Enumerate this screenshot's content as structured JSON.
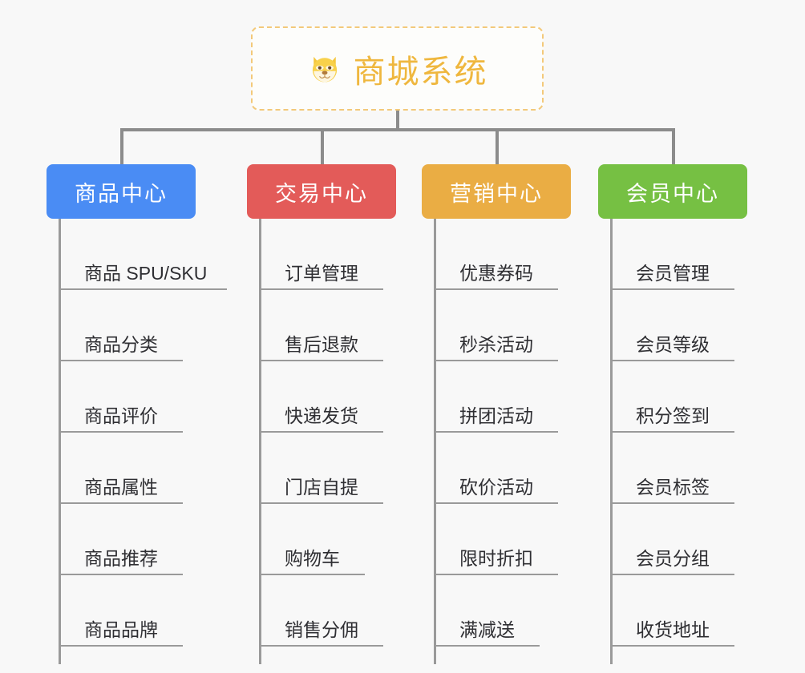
{
  "diagram": {
    "type": "mind-map",
    "background_color": "#f8f8f8",
    "connector_color": "#8c8c8c",
    "root": {
      "title": "商城系统",
      "icon": "dog-face-emoji",
      "icon_glyph": "🐶",
      "text_color": "#efb73e",
      "border_color": "#f3c97a",
      "background_color": "#fdfdfb"
    },
    "categories": [
      {
        "label": "商品中心",
        "color": "#4a8cf4",
        "items": [
          "商品 SPU/SKU",
          "商品分类",
          "商品评价",
          "商品属性",
          "商品推荐",
          "商品品牌"
        ]
      },
      {
        "label": "交易中心",
        "color": "#e35b59",
        "items": [
          "订单管理",
          "售后退款",
          "快递发货",
          "门店自提",
          "购物车",
          "销售分佣"
        ]
      },
      {
        "label": "营销中心",
        "color": "#eaad44",
        "items": [
          "优惠券码",
          "秒杀活动",
          "拼团活动",
          "砍价活动",
          "限时折扣",
          "满减送"
        ]
      },
      {
        "label": "会员中心",
        "color": "#76c043",
        "items": [
          "会员管理",
          "会员等级",
          "积分签到",
          "会员标签",
          "会员分组",
          "收货地址"
        ]
      }
    ]
  }
}
